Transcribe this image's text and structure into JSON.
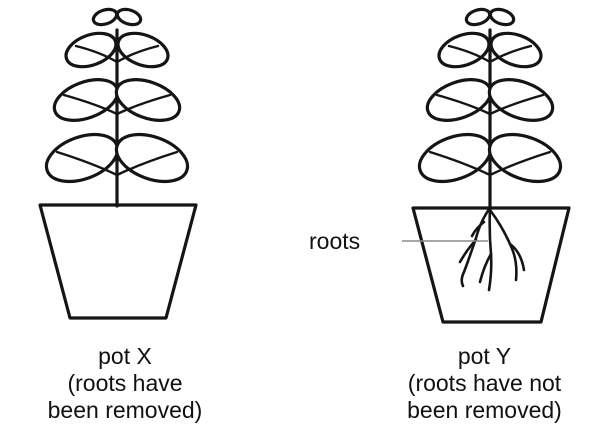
{
  "pot_x": {
    "name": "pot X",
    "note": "(roots have",
    "note_cont": "been removed)"
  },
  "pot_y": {
    "name": "pot Y",
    "note": "(roots have not",
    "note_cont": "been removed)"
  },
  "roots_label": "roots"
}
